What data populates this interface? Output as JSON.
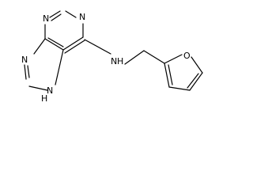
{
  "diagram": {
    "kind": "chemical-structure",
    "colors": {
      "bond": "#000000",
      "label": "#000000",
      "background": "#ffffff"
    },
    "atom_labels": {
      "n1": "N",
      "n3": "N",
      "n7": "N",
      "n9": "N",
      "nh_amine_n": "N",
      "nh_amine_h": "H",
      "nh_ring_n": "N",
      "nh_ring_h": "H",
      "furan_o": "O"
    }
  }
}
